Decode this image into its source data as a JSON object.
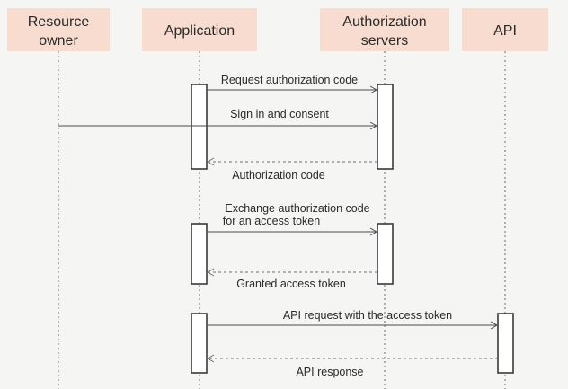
{
  "participants": {
    "resource_owner": [
      "Resource",
      "owner"
    ],
    "application": [
      "Application"
    ],
    "authorization_servers": [
      "Authorization",
      "servers"
    ],
    "api": [
      "API"
    ]
  },
  "messages": {
    "request_auth_code": "Request authorization code",
    "sign_in_consent": "Sign in and consent",
    "authorization_code": "Authorization code",
    "exchange_code": [
      "Exchange authorization code",
      "for an access token"
    ],
    "granted_token": "Granted access token",
    "api_request": "API request with the access token",
    "api_response": "API response"
  },
  "colors": {
    "participant_fill": "#f7dccf",
    "background": "#f5f5f4",
    "line": "#4a4a4a"
  }
}
